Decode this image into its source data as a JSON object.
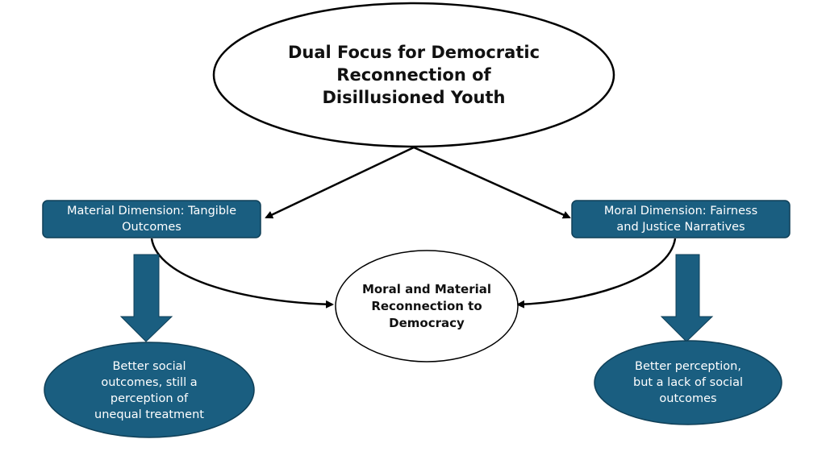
{
  "colors": {
    "node_fill": "#1a5e80",
    "node_border": "#0f3f57",
    "line": "#000000",
    "background": "#ffffff"
  },
  "nodes": {
    "title": "Dual Focus for Democratic Reconnection of Disillusioned Youth",
    "title_lines": [
      "Dual Focus for Democratic",
      "Reconnection of",
      "Disillusioned Youth"
    ],
    "material": "Material Dimension: Tangible Outcomes",
    "material_lines": [
      "Material Dimension: Tangible",
      "Outcomes"
    ],
    "moral": "Moral Dimension: Fairness and Justice Narratives",
    "moral_lines": [
      "Moral Dimension: Fairness",
      "and Justice Narratives"
    ],
    "center": "Moral and Material Reconnection to Democracy",
    "center_lines": [
      "Moral and Material",
      "Reconnection to",
      "Democracy"
    ],
    "left_outcome": "Better social outcomes, still a perception of unequal treatment",
    "left_outcome_lines": [
      "Better social",
      "outcomes, still a",
      "perception of",
      "unequal treatment"
    ],
    "right_outcome": "Better perception, but a lack of social outcomes",
    "right_outcome_lines": [
      "Better perception,",
      "but a lack of social",
      "outcomes"
    ]
  },
  "edges": [
    {
      "from": "title",
      "to": "material",
      "type": "arrow"
    },
    {
      "from": "title",
      "to": "moral",
      "type": "arrow"
    },
    {
      "from": "material",
      "to": "center",
      "type": "curved-arrow"
    },
    {
      "from": "moral",
      "to": "center",
      "type": "curved-arrow"
    },
    {
      "from": "material",
      "to": "left_outcome",
      "type": "block-arrow"
    },
    {
      "from": "moral",
      "to": "right_outcome",
      "type": "block-arrow"
    }
  ]
}
